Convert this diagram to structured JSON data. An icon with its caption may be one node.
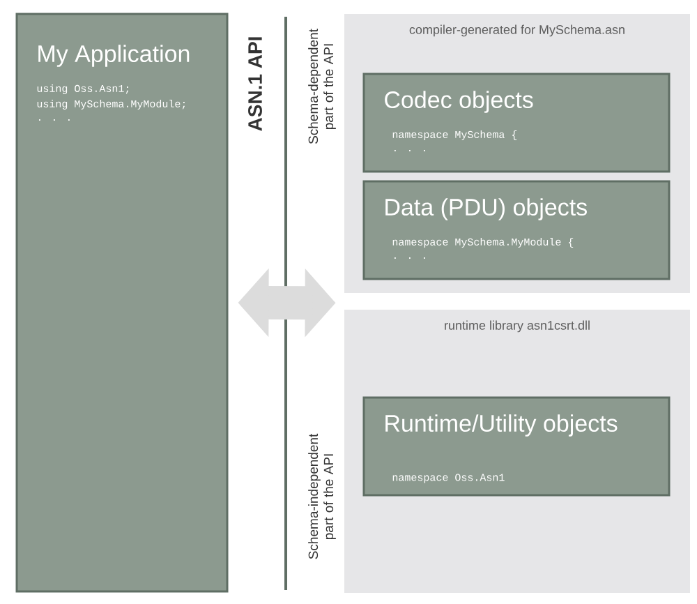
{
  "diagram": {
    "nodes": [
      {
        "text": [
          "My Application",
          "using Oss.Asn1;",
          "using MySchema.MyModule;",
          ". . ."
        ]
      },
      {
        "text": [
          "compiler-generated for MySchema.asn"
        ]
      },
      {
        "text": [
          "Codec objects",
          "namespace MySchema {",
          ". . ."
        ],
        "in": 1
      },
      {
        "text": [
          "Data (PDU) objects",
          "namespace MySchema.MyModule {",
          ". . ."
        ],
        "in": 1
      },
      {
        "text": [
          "runtime library asn1csrt.dll"
        ]
      },
      {
        "text": [
          "Runtime/Utility objects",
          "namespace Oss.Asn1"
        ],
        "in": 4
      }
    ],
    "edges": [
      {
        "from": 0,
        "to": 1,
        "arrow": "both"
      }
    ],
    "labels": [
      "ASN.1 API",
      "Schema-dependent part of the API",
      "Schema-independent part of the API"
    ]
  }
}
